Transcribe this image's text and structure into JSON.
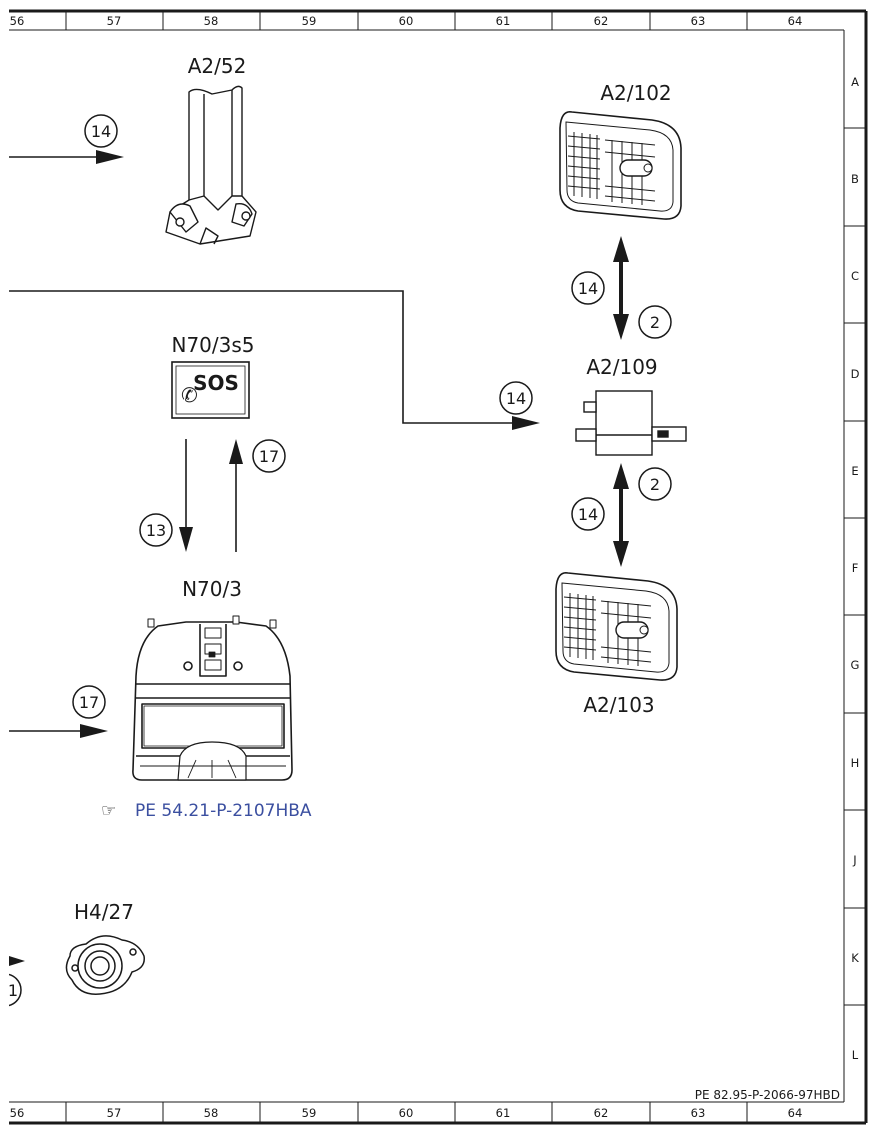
{
  "grid": {
    "columns": [
      "56",
      "57",
      "58",
      "59",
      "60",
      "61",
      "62",
      "63",
      "64"
    ],
    "rows": [
      "A",
      "B",
      "C",
      "D",
      "E",
      "F",
      "G",
      "H",
      "J",
      "K",
      "L"
    ]
  },
  "components": {
    "a2_52": "A2/52",
    "a2_102": "A2/102",
    "n70_3s5": "N70/3s5",
    "a2_109": "A2/109",
    "n70_3": "N70/3",
    "a2_103": "A2/103",
    "h4_27": "H4/27"
  },
  "sos_label": "SOS",
  "bubbles": {
    "b1": "14",
    "b2": "14",
    "b3": "2",
    "b4": "14",
    "b5": "17",
    "b6": "13",
    "b7": "14",
    "b8": "2",
    "b9": "17",
    "b10": "1"
  },
  "reference_link": "PE 54.21-P-2107HBA",
  "footer_ref": "PE 82.95-P-2066-97HBD",
  "colors": {
    "link": "#3b4fa0",
    "line": "#1a1a1a"
  }
}
